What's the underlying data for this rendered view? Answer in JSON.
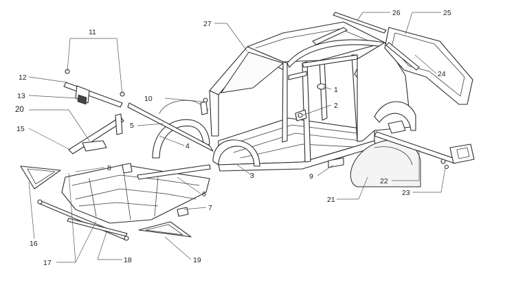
{
  "callouts": [
    {
      "label": "1"
    },
    {
      "label": "2"
    },
    {
      "label": "3"
    },
    {
      "label": "4"
    },
    {
      "label": "5"
    },
    {
      "label": "6"
    },
    {
      "label": "7"
    },
    {
      "label": "8"
    },
    {
      "label": "9"
    },
    {
      "label": "10"
    },
    {
      "label": "11"
    },
    {
      "label": "12"
    },
    {
      "label": "13"
    },
    {
      "label": "15"
    },
    {
      "label": "16"
    },
    {
      "label": "17"
    },
    {
      "label": "18"
    },
    {
      "label": "19"
    },
    {
      "label": "20"
    },
    {
      "label": "21"
    },
    {
      "label": "22"
    },
    {
      "label": "23"
    },
    {
      "label": "24"
    },
    {
      "label": "25"
    },
    {
      "label": "26"
    },
    {
      "label": "27"
    }
  ]
}
